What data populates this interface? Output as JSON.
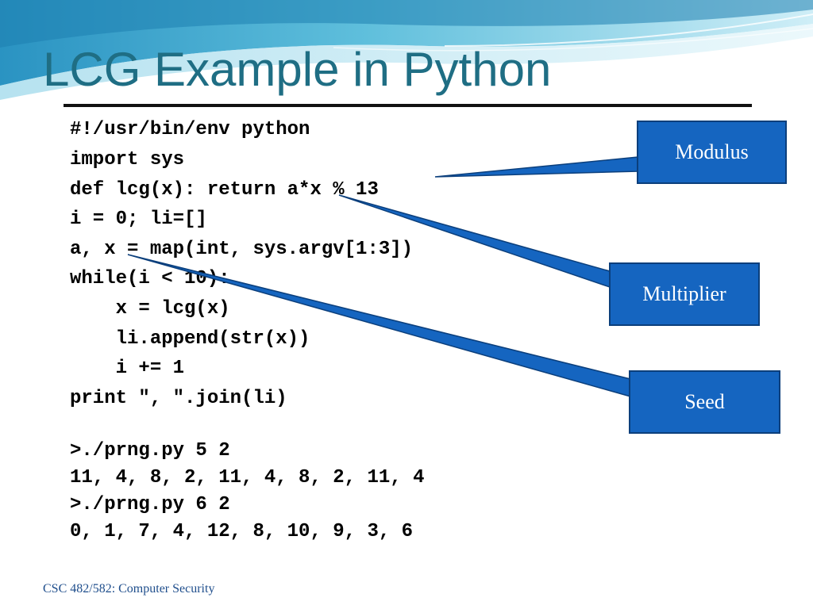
{
  "slide": {
    "title": "LCG Example in Python",
    "footer": "CSC 482/582: Computer Security"
  },
  "code_lines": [
    "#!/usr/bin/env python",
    "import sys",
    "def lcg(x): return a*x % 13",
    "i = 0; li=[]",
    "a, x = map(int, sys.argv[1:3])",
    "while(i < 10):",
    "    x = lcg(x)",
    "    li.append(str(x))",
    "    i += 1",
    "print \", \".join(li)"
  ],
  "output_lines": [
    ">./prng.py 5 2",
    "11, 4, 8, 2, 11, 4, 8, 2, 11, 4",
    ">./prng.py 6 2",
    "0, 1, 7, 4, 12, 8, 10, 9, 3, 6"
  ],
  "callouts": {
    "modulus": "Modulus",
    "multiplier": "Multiplier",
    "seed": "Seed"
  },
  "colors": {
    "title": "#1f6e84",
    "callout_fill": "#1565c0",
    "callout_border": "#0b3f7c",
    "footer": "#1f4e8c"
  }
}
